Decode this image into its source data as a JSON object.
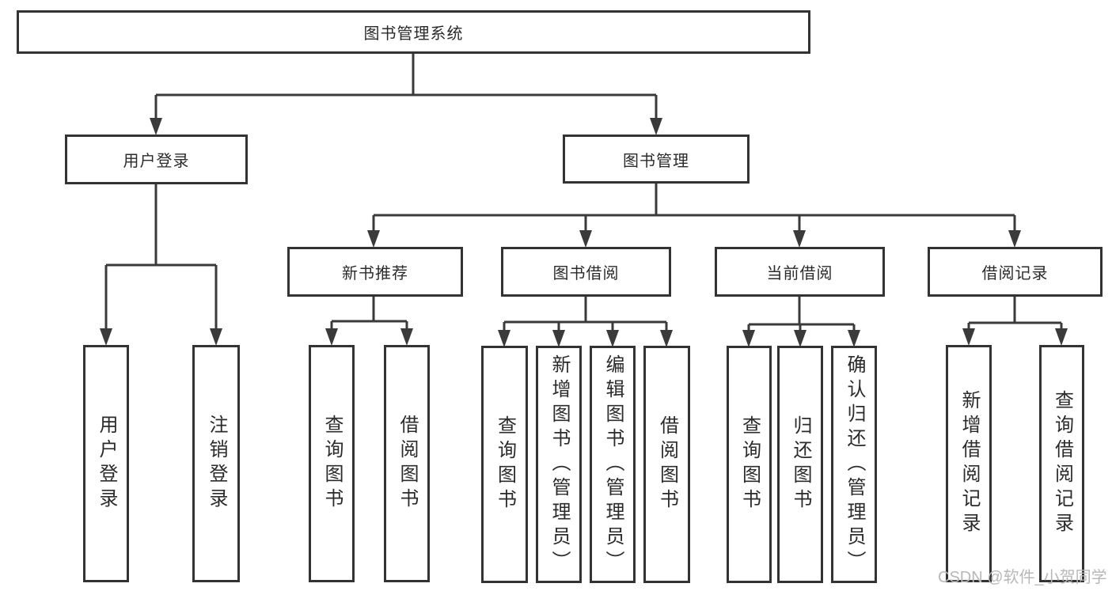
{
  "diagram": {
    "type": "hierarchy",
    "tree": {
      "label": "图书管理系统",
      "children": [
        {
          "label": "用户登录",
          "children": [
            {
              "label": "用户登录"
            },
            {
              "label": "注销登录"
            }
          ]
        },
        {
          "label": "图书管理",
          "children": [
            {
              "label": "新书推荐",
              "children": [
                {
                  "label": "查询图书"
                },
                {
                  "label": "借阅图书"
                }
              ]
            },
            {
              "label": "图书借阅",
              "children": [
                {
                  "label": "查询图书"
                },
                {
                  "label": "新增图书（管理员）"
                },
                {
                  "label": "编辑图书（管理员）"
                },
                {
                  "label": "借阅图书"
                }
              ]
            },
            {
              "label": "当前借阅",
              "children": [
                {
                  "label": "查询图书"
                },
                {
                  "label": "归还图书"
                },
                {
                  "label": "确认归还（管理员）"
                }
              ]
            },
            {
              "label": "借阅记录",
              "children": [
                {
                  "label": "新增借阅记录"
                },
                {
                  "label": "查询借阅记录"
                }
              ]
            }
          ]
        }
      ]
    },
    "colors": {
      "line": "#3a3a3a",
      "box_border": "#333333",
      "text": "#2b2b2b",
      "watermark": "#b8b8b8",
      "background": "#ffffff"
    }
  },
  "watermark": "CSDN @软件_小贺同学"
}
